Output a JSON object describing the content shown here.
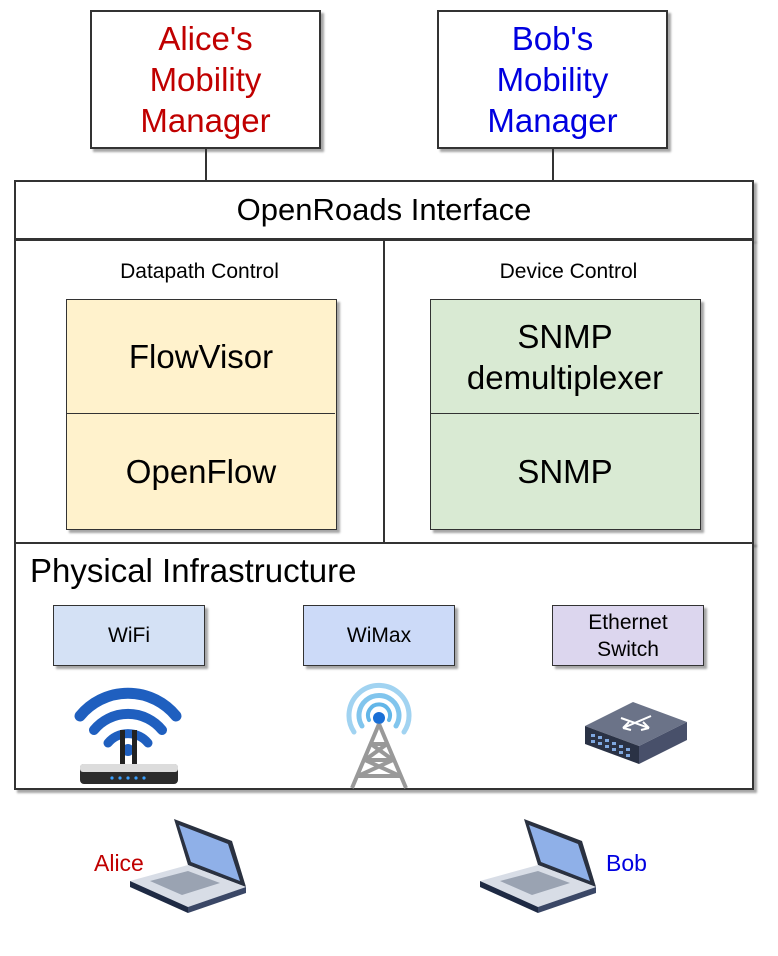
{
  "managers": {
    "alice": {
      "label": "Alice's\nMobility\nManager",
      "color": "#c00000"
    },
    "bob": {
      "label": "Bob's\nMobility\nManager",
      "color": "#0000e0"
    }
  },
  "interface": {
    "label": "OpenRoads Interface"
  },
  "datapath": {
    "header": "Datapath Control",
    "flowvisor": "FlowVisor",
    "openflow": "OpenFlow",
    "color": "#fff2cc"
  },
  "device": {
    "header": "Device Control",
    "demux": "SNMP\ndemultiplexer",
    "snmp": "SNMP",
    "color": "#d9ead3"
  },
  "physical": {
    "title": "Physical Infrastructure",
    "wifi": {
      "label": "WiFi",
      "color": "#d4e1f5",
      "icon": "wifi-router-icon"
    },
    "wimax": {
      "label": "WiMax",
      "color": "#ccdaf8",
      "icon": "wimax-tower-icon"
    },
    "ethernet": {
      "label": "Ethernet\nSwitch",
      "color": "#dcd6ee",
      "icon": "ethernet-switch-icon"
    }
  },
  "users": {
    "alice": {
      "label": "Alice",
      "color": "#c00000",
      "icon": "laptop-icon"
    },
    "bob": {
      "label": "Bob",
      "color": "#0000e0",
      "icon": "laptop-icon"
    }
  }
}
